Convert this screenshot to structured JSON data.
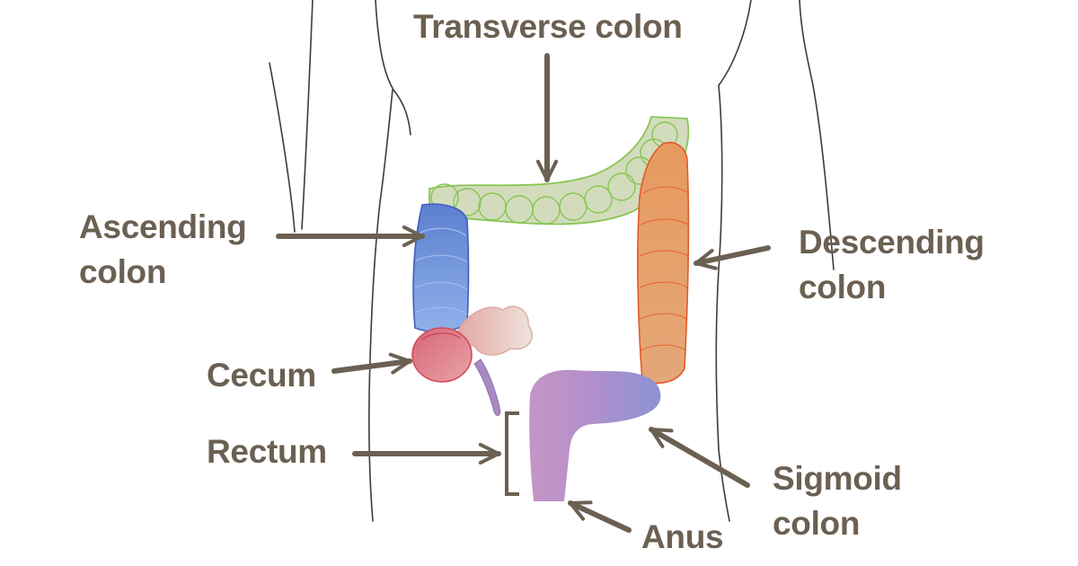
{
  "labels": {
    "transverse": "Transverse colon",
    "ascending": [
      "Ascending",
      "colon"
    ],
    "descending": [
      "Descending",
      "colon"
    ],
    "cecum": "Cecum",
    "rectum": "Rectum",
    "sigmoid": [
      "Sigmoid",
      "colon"
    ],
    "anus": "Anus"
  },
  "colors": {
    "label_text": "#6b6052",
    "arrow": "#6b6052",
    "body_outline": "#3a3a3a",
    "transverse": "#cfdcb8",
    "transverse_outline": "#7dc24a",
    "ascending": "#6f8fd6",
    "descending": "#e6a06a",
    "descending_outline": "#e0592a",
    "cecum": "#e0707a",
    "sigmoid": "#b98ac8",
    "rectum": "#c392c6",
    "appendix": "#a989c2",
    "small_intestine_end": "#e6c8bf"
  }
}
